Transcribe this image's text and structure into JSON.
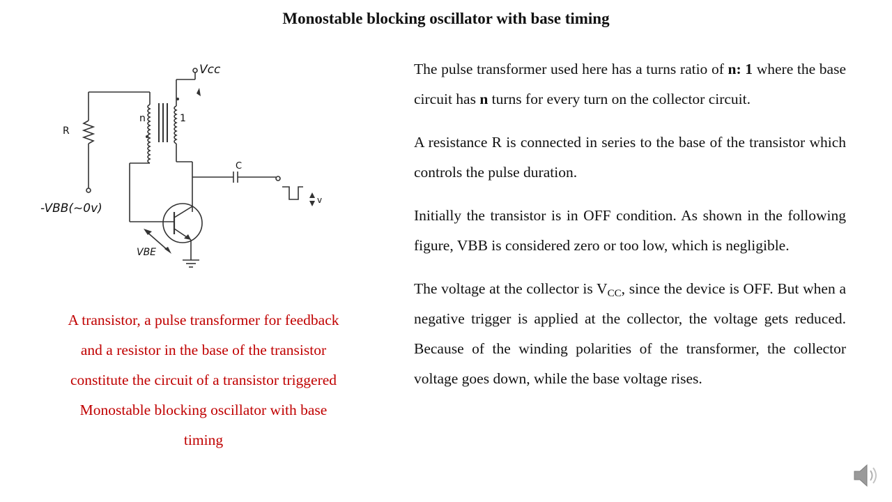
{
  "title": "Monostable blocking oscillator with base timing",
  "circuit": {
    "vcc_label": "Vcc",
    "r_label": "R",
    "n_label": "n",
    "one_label": "1",
    "c_label": "C",
    "vbb_label": "-VBB(~0v)",
    "vbe_label": "VBE",
    "v_label": "v"
  },
  "caption": {
    "lines": [
      "A transistor, a pulse transformer for feedback",
      "and a resistor in the base of the transistor",
      "constitute the circuit of a transistor triggered",
      "Monostable blocking oscillator with base",
      "timing"
    ],
    "color": "#c00000"
  },
  "paragraphs": {
    "p1": {
      "t1": "The pulse transformer used here has a turns ratio of ",
      "b1": "n: 1",
      "t2": " where the base circuit has ",
      "b2": "n",
      "t3": " turns for every turn on the collector circuit."
    },
    "p2": "A resistance R is connected in series to the base of the transistor which controls the pulse duration.",
    "p3": "Initially the transistor is in OFF condition. As shown in the following figure, VBB is considered zero or too low, which is negligible.",
    "p4": {
      "t1": "The voltage at the collector is V",
      "sub": "CC",
      "t2": ", since the device is OFF. But when a negative trigger is applied at the collector, the voltage gets reduced. Because of the winding polarities of the transformer, the collector voltage goes down, while the base voltage rises."
    }
  },
  "icons": {
    "speaker": "speaker-icon"
  }
}
